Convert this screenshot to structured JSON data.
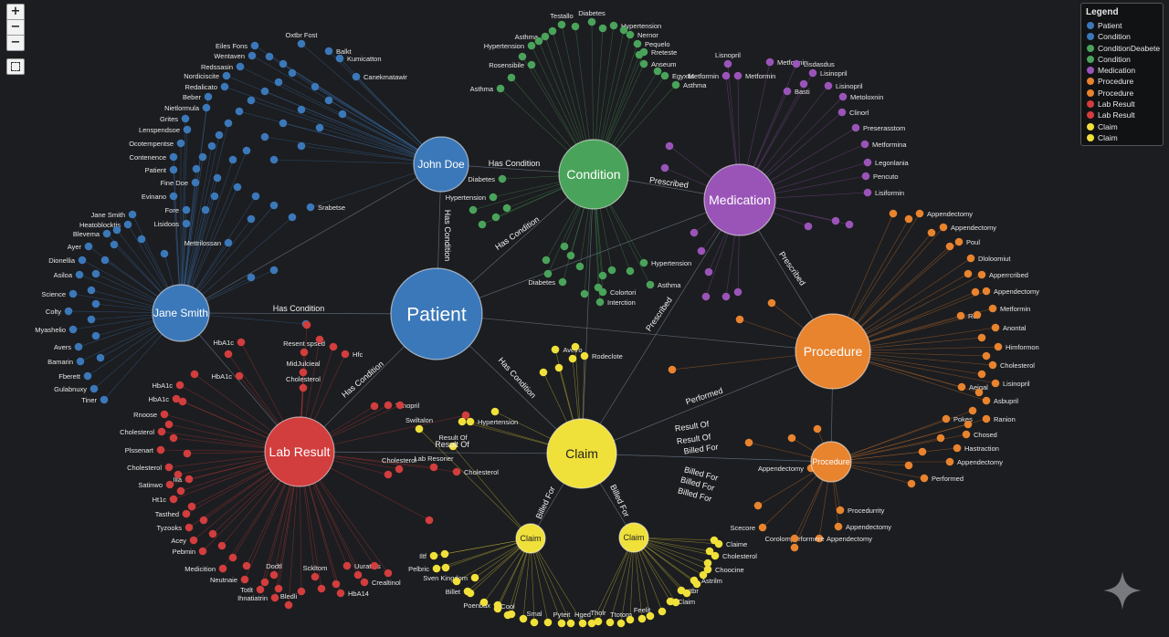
{
  "controls": {
    "zoom_in": "+",
    "zoom_out": "−",
    "zoom_reset": "−"
  },
  "colors": {
    "background": "#1c1d20",
    "patient": "#3b78b9",
    "condition": "#4aa35a",
    "medication": "#9a54b8",
    "procedure": "#e8832e",
    "lab_result": "#d23d3d",
    "claim": "#f0e03a"
  },
  "legend": {
    "title": "Legend",
    "items": [
      {
        "label": "Patient",
        "color": "#3b78b9"
      },
      {
        "label": "Condition",
        "color": "#3b78b9"
      },
      {
        "label": "ConditionDeabete",
        "color": "#4aa35a"
      },
      {
        "label": "Condition",
        "color": "#4aa35a"
      },
      {
        "label": "Medication",
        "color": "#9a54b8"
      },
      {
        "label": "Procedure",
        "color": "#e8832e"
      },
      {
        "label": "Procedure",
        "color": "#e8832e"
      },
      {
        "label": "Lab Result",
        "color": "#d23d3d"
      },
      {
        "label": "Lab Result",
        "color": "#d23d3d"
      },
      {
        "label": "Claim",
        "color": "#f0e03a"
      },
      {
        "label": "Claim",
        "color": "#f0e03a"
      }
    ]
  },
  "hubs": {
    "patient": "Patient",
    "john_doe": "John Doe",
    "jane_smith": "Jane Smith",
    "condition": "Condition",
    "medication": "Medication",
    "procedure": "Procedure",
    "procedure_small": "Procedure",
    "lab_result": "Lab Result",
    "claim": "Claim",
    "claim_left": "Claim",
    "claim_right": "Claim"
  },
  "edge_labels": {
    "john_has_condition": "Has Condition",
    "john_patient": "Has Condition",
    "jane_has_condition": "Has Condition",
    "patient_condition": "Has Condition",
    "patient_lab": "Has Condition",
    "patient_claim": "Has Condition",
    "prescribed_1": "Prescribed",
    "prescribed_2": "Prescribed",
    "prescribed_3": "Prescribed",
    "performed": "Performed",
    "result_of_1": "Result Of",
    "result_of_2": "Result Of",
    "result_of_3": "Result Of",
    "billed_for_1": "Billed For",
    "billed_for_2": "Billed For",
    "billed_for_3": "Billed For",
    "billed_for_4": "Billed For",
    "billed_for_5": "Billed For",
    "billed_for_6": "Billed For"
  },
  "leaf_labels": {
    "patient": [
      "Eiles Fons",
      "Oxtbr Fost",
      "Balkt",
      "Wentaven",
      "Kumicatton",
      "Redssasin",
      "Canekmatawir",
      "Nordiciscite",
      "Redalicato",
      "Beber",
      "Nietlormula",
      "Grites",
      "Lenspendsoe",
      "Ocotempentse",
      "Contenence",
      "Patient",
      "Fine Doe",
      "Evinano",
      "Fore",
      "Lisidoos",
      "Jane Smith",
      "Heatoblocktis",
      "Blevema",
      "Ayer",
      "Dionellia",
      "Asiloa",
      "Science",
      "Colty",
      "Myashelio",
      "Avers",
      "Bamarin",
      "Fberett",
      "Gulabnuxy",
      "Tiner",
      "Mettrilossan",
      "Srabetse"
    ],
    "condition": [
      "Asthma",
      "Testallo",
      "Diabetes",
      "Hypertension",
      "Nernor",
      "Hypertension",
      "Pequelo",
      "Rosensibile",
      "Rreteste",
      "Anseum",
      "Asthma",
      "Egyxtis",
      "Asthma",
      "Diabetes",
      "Hypertension",
      "Hypertension",
      "Diabetes",
      "Asthma",
      "Colortori",
      "Interction"
    ],
    "medication": [
      "Lisnopril",
      "Metformin",
      "Metformin",
      "Lisdasdus",
      "Metformin",
      "Lisinopril",
      "Lisinopril",
      "Basti",
      "Metoloxnin",
      "Clinorl",
      "Preserasstom",
      "Metformina",
      "Legonlania",
      "Pencuto",
      "Lisiformin"
    ],
    "procedure": [
      "Appendectomy",
      "Appendectomy",
      "Poul",
      "Dloloomiut",
      "Apperrcribed",
      "Appendectomy",
      "Metformin",
      "Roll",
      "Anontal",
      "Himformon",
      "Cholesterol",
      "Lisinopril",
      "Aeigal",
      "Asbupril",
      "Pokes",
      "Ranion",
      "Chosed",
      "Hastraction",
      "Appendectomy",
      "Performed",
      "Appendectomy",
      "Procedurrity",
      "Appendectomy",
      "Appendectomy",
      "Scecore",
      "Corolomporformere"
    ],
    "lab": [
      "HbA1c",
      "HbA1c",
      "Rnoose",
      "Cholesterol",
      "Plssenart",
      "Cholesterol",
      "Satinwo",
      "Illa",
      "Ht1c",
      "Tasthed",
      "Tyzooks",
      "Acey",
      "Pebmin",
      "Medicition",
      "Neutnaie",
      "Totlt",
      "Ihnatiatrin",
      "Bledli",
      "Sckltom",
      "HbA14",
      "Crealtinol",
      "Uuratrns",
      "Dodtl",
      "HbA1c",
      "HbA1c",
      "Resent spsed",
      "MidJulcieal",
      "Cholesterol",
      "Hfc",
      "Tenopril",
      "Cholesterol",
      "Lab Resoner",
      "Cholesterol"
    ],
    "claim": [
      "Swiltalon",
      "Result Of",
      "Hypertension",
      "Aveiro",
      "Rodeclote",
      "Iltf",
      "Pelbric",
      "Sven Kingdom",
      "Billet",
      "Poenbax",
      "Cool",
      "Smal",
      "Pyteit",
      "Hged",
      "Tholr",
      "Ttotoro",
      "Feelit",
      "Claime",
      "Cholesterol",
      "Choocine",
      "Astrilm",
      "Itbr",
      "Claim"
    ]
  }
}
